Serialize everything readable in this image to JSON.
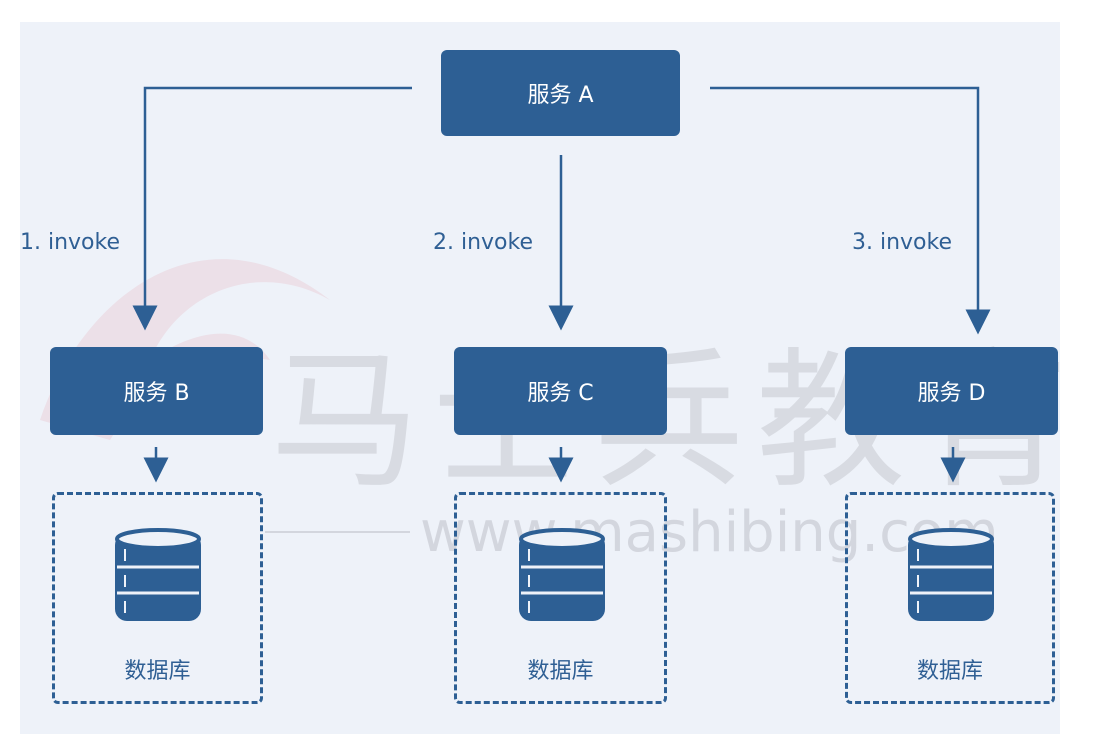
{
  "watermark": {
    "text": "马士兵教育",
    "url": "www.mashibing.com"
  },
  "service_a": {
    "label": "服务 A"
  },
  "invokes": [
    "1. invoke",
    "2. invoke",
    "3. invoke"
  ],
  "services": [
    {
      "label": "服务 B",
      "db_label": "数据库"
    },
    {
      "label": "服务 C",
      "db_label": "数据库"
    },
    {
      "label": "服务 D",
      "db_label": "数据库"
    }
  ],
  "colors": {
    "box": "#2d5f94",
    "text": "#2f5f94",
    "panel": "#eef2f9"
  }
}
